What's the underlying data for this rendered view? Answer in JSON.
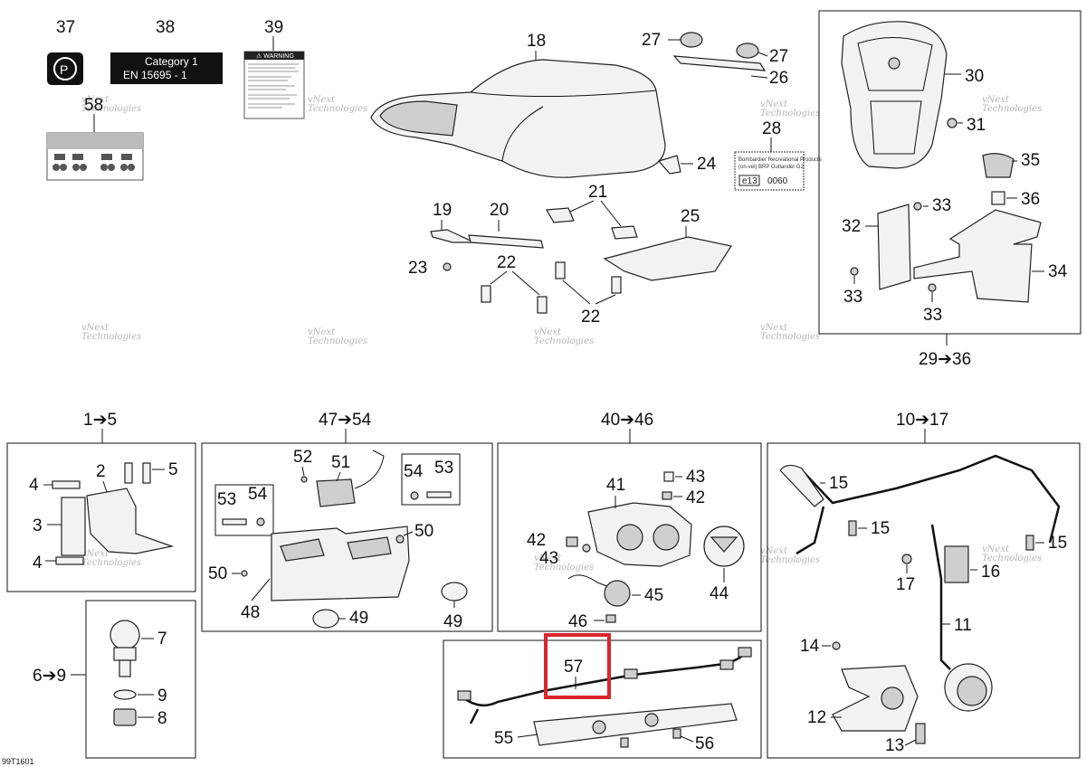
{
  "diagram": {
    "ref_code": "99T1601",
    "highlighted_item": "57",
    "highlight_color": "#d9262c",
    "watermark": [
      "vNext",
      "Technologies"
    ],
    "callouts": {
      "n1_5": "1➔5",
      "n2": "2",
      "n3": "3",
      "n4a": "4",
      "n4b": "4",
      "n5": "5",
      "n6_9": "6➔9",
      "n7": "7",
      "n8": "8",
      "n9": "9",
      "n10_17": "10➔17",
      "n11": "11",
      "n12": "12",
      "n13": "13",
      "n14": "14",
      "n15a": "15",
      "n15b": "15",
      "n15c": "15",
      "n16": "16",
      "n17": "17",
      "n18": "18",
      "n19": "19",
      "n20": "20",
      "n21": "21",
      "n22a": "22",
      "n22b": "22",
      "n23": "23",
      "n24": "24",
      "n25": "25",
      "n26": "26",
      "n27a": "27",
      "n27b": "27",
      "n28": "28",
      "n29_36": "29➔36",
      "n30": "30",
      "n31": "31",
      "n32": "32",
      "n33a": "33",
      "n33b": "33",
      "n33c": "33",
      "n34": "34",
      "n35": "35",
      "n36": "36",
      "n37": "37",
      "n38": "38",
      "n39": "39",
      "n40_46": "40➔46",
      "n41": "41",
      "n42a": "42",
      "n42b": "42",
      "n43a": "43",
      "n43b": "43",
      "n44": "44",
      "n45": "45",
      "n46": "46",
      "n47_54": "47➔54",
      "n48": "48",
      "n49a": "49",
      "n49b": "49",
      "n50a": "50",
      "n50b": "50",
      "n51": "51",
      "n52": "52",
      "n53a": "53",
      "n53b": "53",
      "n54a": "54",
      "n54b": "54",
      "n55": "55",
      "n56": "56",
      "n57": "57",
      "n58": "58"
    },
    "label38": {
      "line1": "Category 1",
      "line2": "EN  15695  -  1"
    },
    "label39": {
      "header": "⚠ WARNING"
    },
    "label28": {
      "line1": "Bombardier Recreational Products",
      "line2": "(on-vel) BRP Outlander G2",
      "mark": "e13",
      "num": "0060"
    }
  }
}
